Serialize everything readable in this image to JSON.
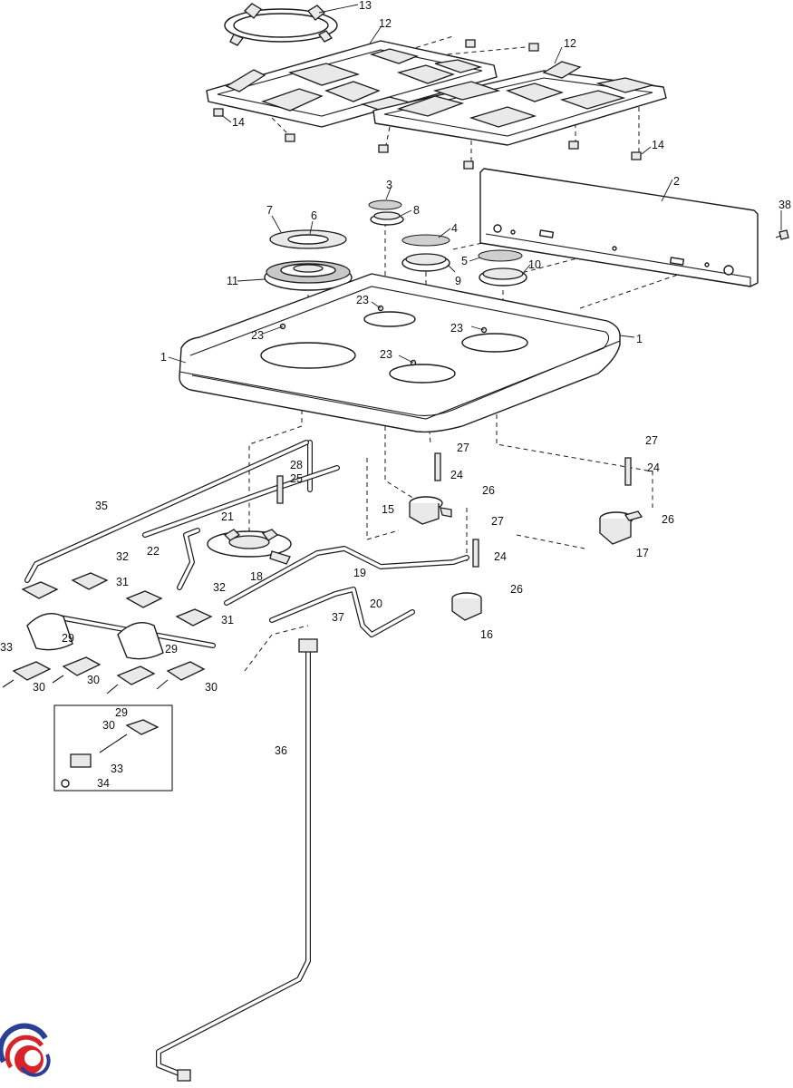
{
  "callouts": [
    "1",
    "1",
    "2",
    "3",
    "4",
    "5",
    "6",
    "7",
    "8",
    "9",
    "10",
    "11",
    "12",
    "12",
    "13",
    "14",
    "14",
    "15",
    "16",
    "17",
    "18",
    "19",
    "20",
    "21",
    "22",
    "23",
    "23",
    "23",
    "23",
    "24",
    "24",
    "24",
    "25",
    "26",
    "26",
    "26",
    "27",
    "27",
    "27",
    "28",
    "29",
    "29",
    "29",
    "30",
    "30",
    "30",
    "30",
    "31",
    "31",
    "32",
    "32",
    "33",
    "33",
    "34",
    "35",
    "36",
    "37",
    "38"
  ],
  "colors": {
    "line": "#1a1a1a",
    "logo_red": "#d8232a",
    "logo_blue": "#2b3f95"
  },
  "logo": {
    "name": "brand-logo",
    "icon": "swirl-logo-icon"
  }
}
